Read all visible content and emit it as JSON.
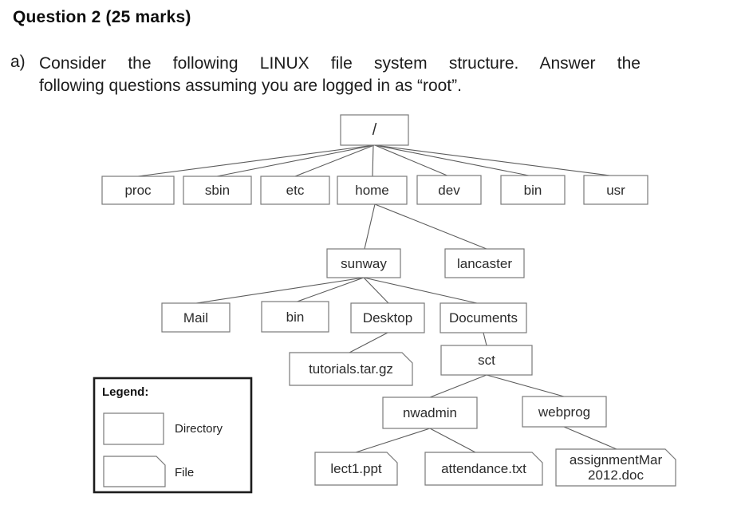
{
  "header": {
    "title": "Question 2 (25 marks)",
    "item_label": "a)",
    "body_line1": "Consider the following LINUX file system structure. Answer the",
    "body_line2": "following questions assuming you are logged in as “root”."
  },
  "tree": {
    "nodes": {
      "root": "/",
      "proc": "proc",
      "sbin": "sbin",
      "etc": "etc",
      "home": "home",
      "dev": "dev",
      "bin": "bin",
      "usr": "usr",
      "sunway": "sunway",
      "lancaster": "lancaster",
      "mail": "Mail",
      "bin_sunway": "bin",
      "desktop": "Desktop",
      "documents": "Documents",
      "tutorials": "tutorials.tar.gz",
      "sct": "sct",
      "nwadmin": "nwadmin",
      "webprog": "webprog",
      "lect1": "lect1.ppt",
      "attendance": "attendance.txt",
      "assignment_line1": "assignmentMar",
      "assignment_line2": "2012.doc"
    },
    "node_types": {
      "directories": [
        "/",
        "proc",
        "sbin",
        "etc",
        "home",
        "dev",
        "bin",
        "usr",
        "sunway",
        "lancaster",
        "Mail",
        "bin",
        "Desktop",
        "Documents",
        "sct",
        "nwadmin",
        "webprog"
      ],
      "files": [
        "tutorials.tar.gz",
        "lect1.ppt",
        "attendance.txt",
        "assignmentMar 2012.doc"
      ]
    },
    "hierarchy": [
      {
        "parent": "/",
        "children": [
          "proc",
          "sbin",
          "etc",
          "home",
          "dev",
          "bin",
          "usr"
        ]
      },
      {
        "parent": "home",
        "children": [
          "sunway",
          "lancaster"
        ]
      },
      {
        "parent": "sunway",
        "children": [
          "Mail",
          "bin",
          "Desktop",
          "Documents"
        ]
      },
      {
        "parent": "Desktop",
        "children": [
          "tutorials.tar.gz"
        ]
      },
      {
        "parent": "Documents",
        "children": [
          "sct"
        ]
      },
      {
        "parent": "sct",
        "children": [
          "nwadmin",
          "webprog"
        ]
      },
      {
        "parent": "nwadmin",
        "children": [
          "lect1.ppt",
          "attendance.txt"
        ]
      },
      {
        "parent": "webprog",
        "children": [
          "assignmentMar 2012.doc"
        ]
      }
    ]
  },
  "legend": {
    "title": "Legend:",
    "directory_label": "Directory",
    "file_label": "File"
  },
  "colors": {
    "box_border": "#7a7a7a",
    "connector_line": "#5c5c5c",
    "legend_border": "#1c1c1c",
    "text": "#2b2b2b"
  }
}
